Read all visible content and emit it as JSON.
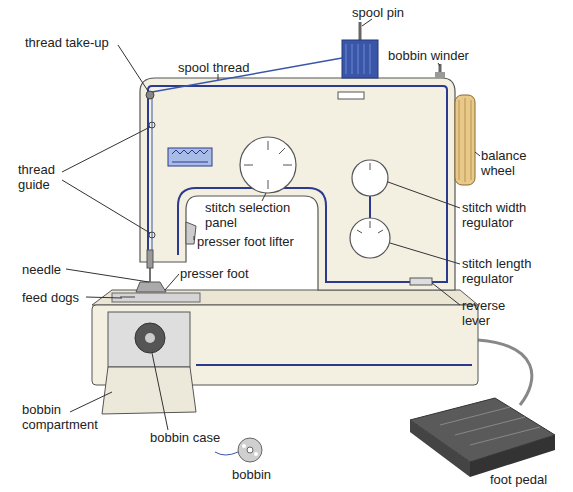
{
  "diagram": {
    "labels": [
      "spool pin",
      "thread take-up",
      "spool thread",
      "bobbin winder",
      "thread guide",
      "balance wheel",
      "stitch selection panel",
      "stitch width regulator",
      "presser foot lifter",
      "needle",
      "presser foot",
      "stitch length regulator",
      "feed dogs",
      "reverse lever",
      "bobbin compartment",
      "bobbin case",
      "bobbin",
      "foot pedal"
    ]
  }
}
